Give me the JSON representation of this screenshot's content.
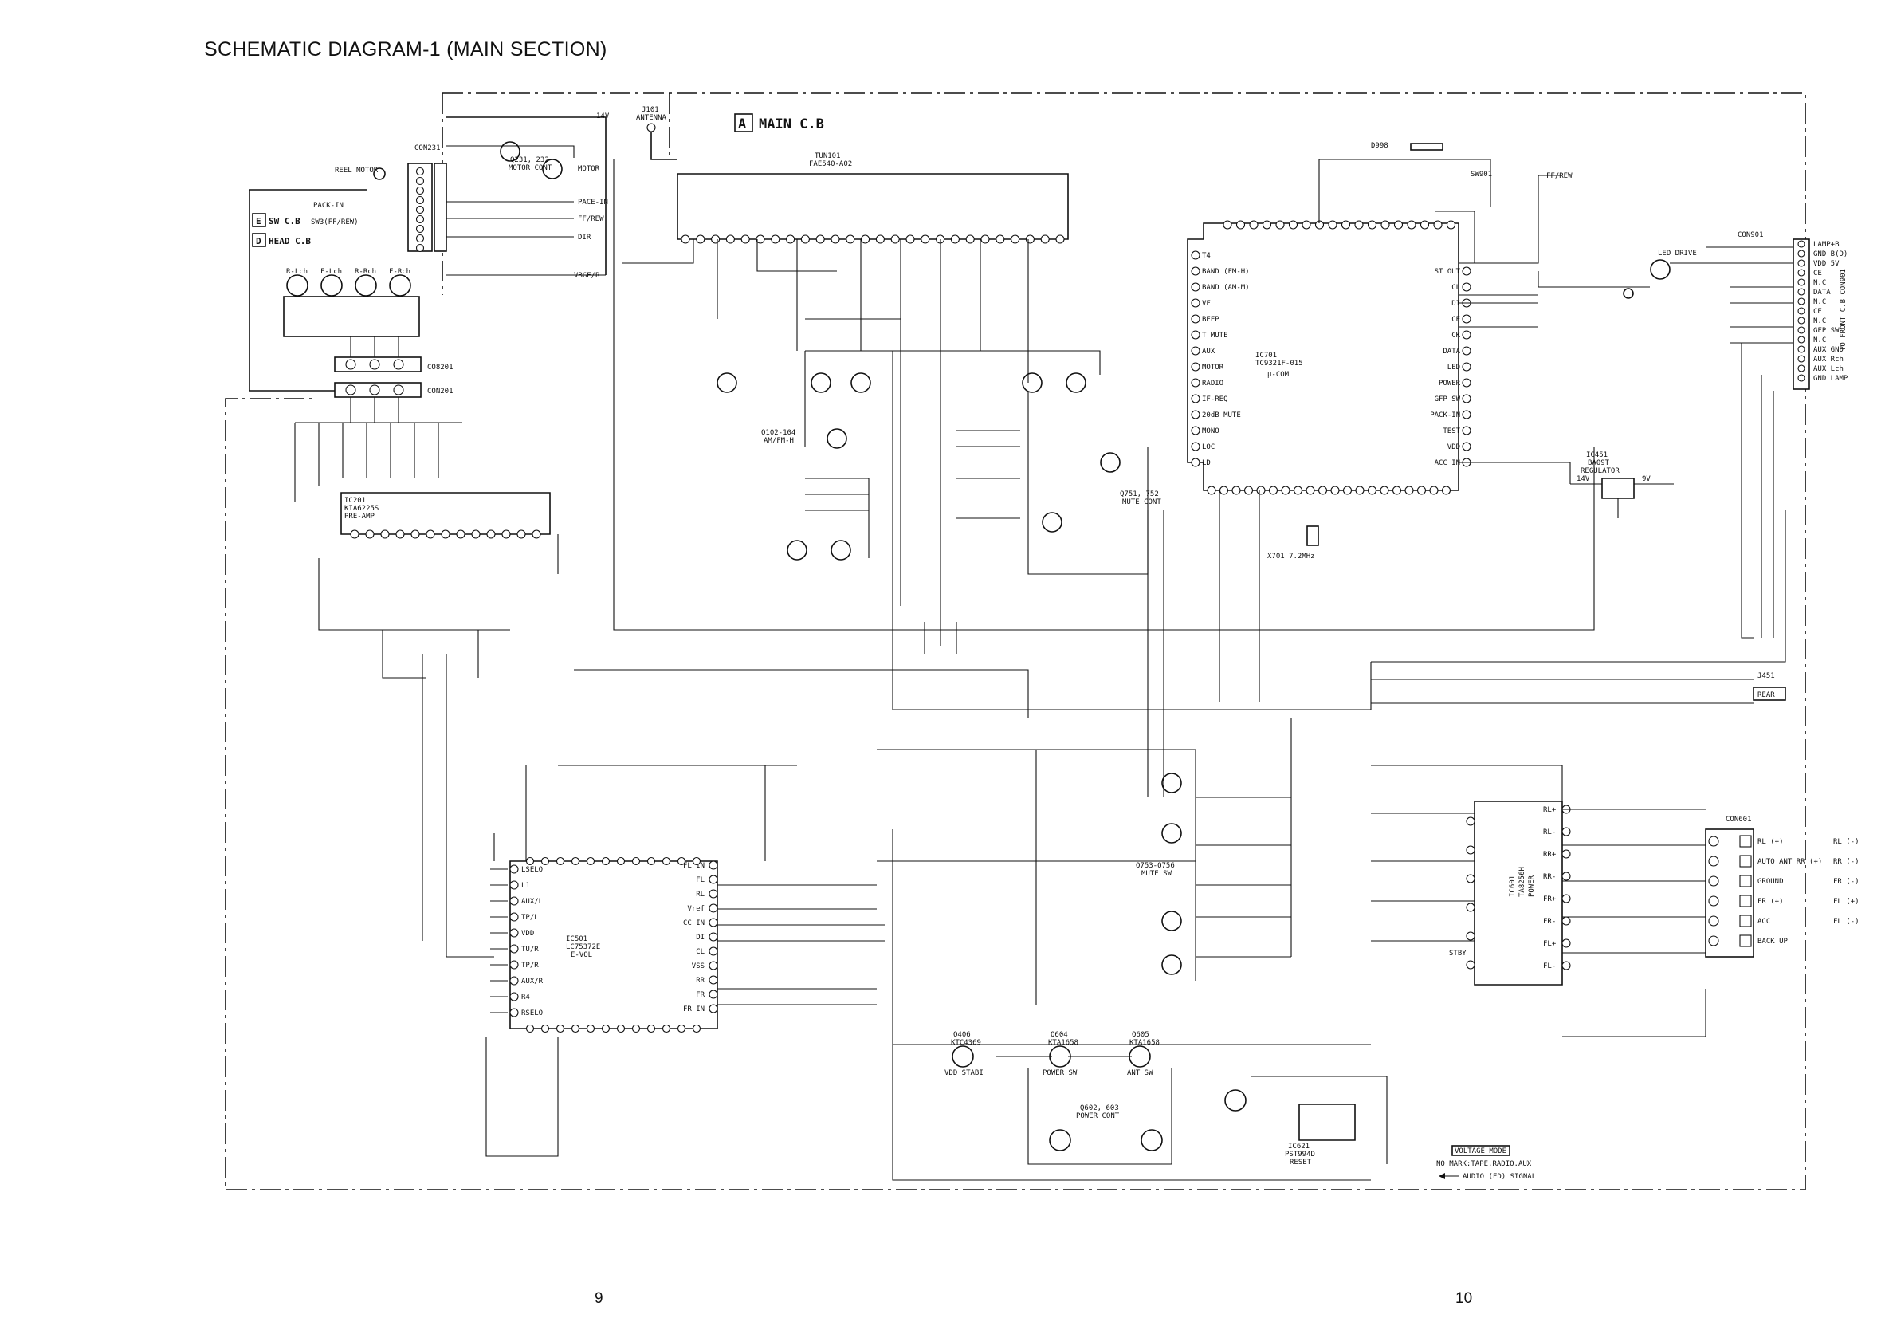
{
  "page": {
    "title": "SCHEMATIC DIAGRAM-1 (MAIN SECTION)",
    "left_page_number": "9",
    "right_page_number": "10"
  },
  "sections": {
    "main_cb": "MAIN C.B",
    "main_cb_letter": "A",
    "sw_cb": "SW C.B",
    "sw_cb_letter": "E",
    "head_cb": "HEAD C.B",
    "head_cb_letter": "D",
    "front_cb": "TO FRONT C.B CON901"
  },
  "components": {
    "tuner": {
      "ref": "TUN101",
      "part": "FAE540-A02"
    },
    "antenna": {
      "ref": "J101",
      "name": "ANTENNA"
    },
    "pre_amp": {
      "ref": "IC201",
      "part": "KIA6225S",
      "function": "PRE-AMP"
    },
    "controller": {
      "ref": "IC701",
      "part": "TC9321F-015",
      "function": "μ-COM"
    },
    "evol": {
      "ref": "IC501",
      "part": "LC75372E",
      "function": "E-VOL"
    },
    "power_ic": {
      "ref": "IC601",
      "part": "TA8256H",
      "function": "POWER"
    },
    "regulator": {
      "ref": "IC451",
      "part": "BA09T",
      "function": "REGULATOR"
    },
    "reset": {
      "ref": "IC621",
      "part": "PST994D",
      "function": "RESET"
    },
    "motor_cont": {
      "ref": "Q231, 232",
      "function": "MOTOR CONT"
    },
    "am_fm": {
      "ref": "Q102-104",
      "function": "AM/FM-H"
    },
    "mute_sw": {
      "ref": "Q753-Q756",
      "function": "MUTE SW"
    },
    "vdd_stabi": {
      "ref": "Q406",
      "part": "KTC4369",
      "function": "VDD STABI"
    },
    "power_sw": {
      "ref": "Q604",
      "part": "KTA1658",
      "function": "POWER SW"
    },
    "ant_sw": {
      "ref": "Q605",
      "part": "KTA1658",
      "function": "ANT SW"
    },
    "power_cont": {
      "ref": "Q602, 603",
      "function": "POWER CONT"
    },
    "mute_cont": {
      "ref": "Q751, 752",
      "function": "MUTE CONT"
    },
    "connector_main": {
      "ref": "CON601"
    },
    "connector_front": {
      "ref": "CON901"
    },
    "connector_rear": {
      "ref": "J451",
      "name": "REAR"
    },
    "connector_head": {
      "ref": "CON201"
    },
    "connector_sw": {
      "ref": "CON231"
    }
  },
  "front_pins": [
    "LAMP+B",
    "GND B(D)",
    "VDD 5V",
    "CE",
    "N.C",
    "DATA",
    "N.C",
    "CE",
    "N.C",
    "GFP SW",
    "N.C",
    "AUX GND",
    "AUX Rch",
    "AUX Lch",
    "GND LAMP"
  ],
  "output_pins": [
    "RL (+)",
    "AUTO ANT RR (+)",
    "GROUND",
    "FR (+)",
    "ACC",
    "BACK UP"
  ],
  "output_pins_right": [
    "RL (-)",
    "RR (-)",
    "FR (-)",
    "FL (+)",
    "FL (-)"
  ],
  "controller_left_pins": [
    "T4",
    "BAND (FM-H)",
    "BAND (AM-M)",
    "VF",
    "BEEP",
    "T MUTE",
    "AUX",
    "MOTOR",
    "RADIO",
    "IF-REQ",
    "20dB MUTE",
    "MONO",
    "LOC",
    "LD"
  ],
  "controller_right_pins": [
    "ST OUT",
    "CL",
    "DI",
    "CE",
    "CK",
    "DATA",
    "LED",
    "POWER",
    "GFP SW",
    "PACK-IN",
    "TEST",
    "VDD",
    "ACC IN"
  ],
  "signals": [
    "14V",
    "MOTOR",
    "PACE-IN",
    "FF/REW",
    "DIR",
    "VBGE/R",
    "ST OUT",
    "FF/REW",
    "LOC",
    "AM/FM-H"
  ],
  "legend": {
    "voltage_mode_box": "VOLTAGE MODE",
    "voltage_mode_text": "NO MARK:TAPE.RADIO.AUX",
    "signal_text": "AUDIO (FD) SIGNAL"
  },
  "labels": {
    "head_pins": [
      "R-Lch",
      "F-Lch",
      "R-Rch",
      "F-Rch"
    ],
    "reel_motor": "REEL MOTOR",
    "pack_in": "PACK-IN",
    "sw_ff_rew": "SW3(FF/REW)",
    "evol_inputs": [
      "LSELO",
      "L1",
      "AUX/L",
      "TP/L",
      "VDD",
      "TU/R",
      "TP/R",
      "AUX/R",
      "R4",
      "RSELO"
    ],
    "evol_outputs": [
      "FL IN",
      "FL",
      "RL",
      "Vref",
      "CC IN",
      "DI",
      "CL",
      "VSS",
      "RR",
      "FR",
      "FR IN"
    ],
    "power_ic_pins": [
      "RL+",
      "RL-",
      "RR+",
      "RR-",
      "FR+",
      "FR-",
      "FL+",
      "FL-"
    ],
    "stdby": "STBY",
    "led_drive": "LED DRIVE",
    "crystal": "X701 7.2MHz"
  },
  "colors": {
    "ink": "#111111",
    "paper": "#ffffff"
  }
}
